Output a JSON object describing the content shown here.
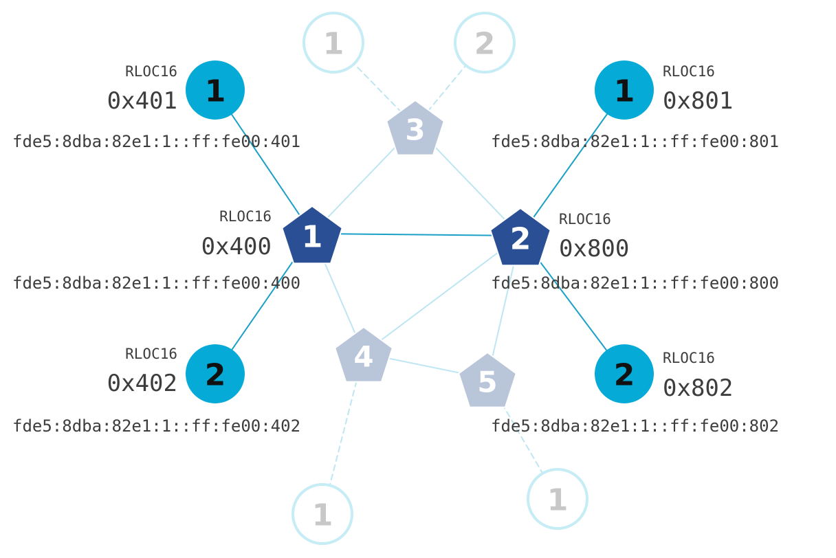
{
  "colors": {
    "router_active": "#2b4f94",
    "router_inactive": "#b9c5d9",
    "child_active": "#05abd6",
    "child_inactive_stroke": "#c6ecf5",
    "child_inactive_text": "#c8c8c8",
    "link_active": "#1aa0c6",
    "link_inactive": "#bde6f2",
    "text": "#3d3d3d"
  },
  "routers": [
    {
      "id": "r1",
      "label": "1",
      "active": true
    },
    {
      "id": "r2",
      "label": "2",
      "active": true
    },
    {
      "id": "r3",
      "label": "3",
      "active": false
    },
    {
      "id": "r4",
      "label": "4",
      "active": false
    },
    {
      "id": "r5",
      "label": "5",
      "active": false
    }
  ],
  "children": [
    {
      "id": "c401",
      "label": "1",
      "active": true
    },
    {
      "id": "c402",
      "label": "2",
      "active": true
    },
    {
      "id": "c801",
      "label": "1",
      "active": true
    },
    {
      "id": "c802",
      "label": "2",
      "active": true
    },
    {
      "id": "c3a",
      "label": "1",
      "active": false
    },
    {
      "id": "c3b",
      "label": "2",
      "active": false
    },
    {
      "id": "c4a",
      "label": "1",
      "active": false
    },
    {
      "id": "c5a",
      "label": "1",
      "active": false
    }
  ],
  "labels": {
    "rloc_caption": "RLOC16",
    "r1": {
      "rloc": "0x400",
      "addr": "fde5:8dba:82e1:1::ff:fe00:400"
    },
    "r2": {
      "rloc": "0x800",
      "addr": "fde5:8dba:82e1:1::ff:fe00:800"
    },
    "c401": {
      "rloc": "0x401",
      "addr": "fde5:8dba:82e1:1::ff:fe00:401"
    },
    "c402": {
      "rloc": "0x402",
      "addr": "fde5:8dba:82e1:1::ff:fe00:402"
    },
    "c801": {
      "rloc": "0x801",
      "addr": "fde5:8dba:82e1:1::ff:fe00:801"
    },
    "c802": {
      "rloc": "0x802",
      "addr": "fde5:8dba:82e1:1::ff:fe00:802"
    }
  },
  "links": [
    {
      "from": "r1",
      "to": "r2",
      "kind": "active"
    },
    {
      "from": "r1",
      "to": "c401",
      "kind": "active"
    },
    {
      "from": "r1",
      "to": "c402",
      "kind": "active"
    },
    {
      "from": "r2",
      "to": "c801",
      "kind": "active"
    },
    {
      "from": "r2",
      "to": "c802",
      "kind": "active"
    },
    {
      "from": "r1",
      "to": "r3",
      "kind": "inactive"
    },
    {
      "from": "r2",
      "to": "r3",
      "kind": "inactive"
    },
    {
      "from": "r1",
      "to": "r4",
      "kind": "inactive"
    },
    {
      "from": "r2",
      "to": "r4",
      "kind": "inactive"
    },
    {
      "from": "r2",
      "to": "r5",
      "kind": "inactive"
    },
    {
      "from": "r4",
      "to": "r5",
      "kind": "inactive"
    },
    {
      "from": "r3",
      "to": "c3a",
      "kind": "dashed"
    },
    {
      "from": "r3",
      "to": "c3b",
      "kind": "dashed"
    },
    {
      "from": "r4",
      "to": "c4a",
      "kind": "dashed"
    },
    {
      "from": "r5",
      "to": "c5a",
      "kind": "dashed"
    }
  ]
}
